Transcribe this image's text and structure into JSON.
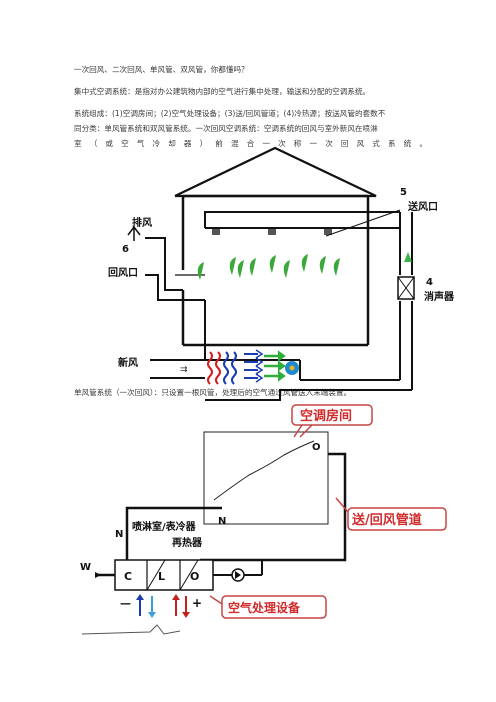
{
  "doc": {
    "p1": "一次回风、二次回风、单风管、双风管，你都懂吗？",
    "p2": "集中式空调系统：是指对办公建筑物内部的空气进行集中处理，输送和分配的空调系统。",
    "p3a": "系统组成：(1)空调房间；(2)空气处理设备；(3)送/回风管道；(4)冷热源；按送风管的套数不",
    "p3b": "同分类：单风管系统和双风管系统。一次回风空调系统：空调系统的回风与室外新风在喷淋",
    "p3c": "室（或空气冷却器）前混合一次称一次回风式系统。",
    "p4": "单风管系统（一次回风）：只设置一根风管，处理后的空气通过风管送入末端装置。"
  },
  "fig1": {
    "n5": "5",
    "supply": "送风口",
    "exhaust": "排风",
    "n6": "6",
    "return": "回风口",
    "n4": "4",
    "silencer": "消声器",
    "fresh": "新风"
  },
  "fig2": {
    "room_callout": "空调房间",
    "duct_callout": "送/回风管道",
    "equip_callout": "空气处理设备",
    "o_room": "O",
    "n_room": "N",
    "n_side": "N",
    "w": "W",
    "spray": "喷淋室/表冷器",
    "reheat": "再热器",
    "c": "C",
    "l": "L",
    "o": "O",
    "minus": "—",
    "plus": "+"
  }
}
